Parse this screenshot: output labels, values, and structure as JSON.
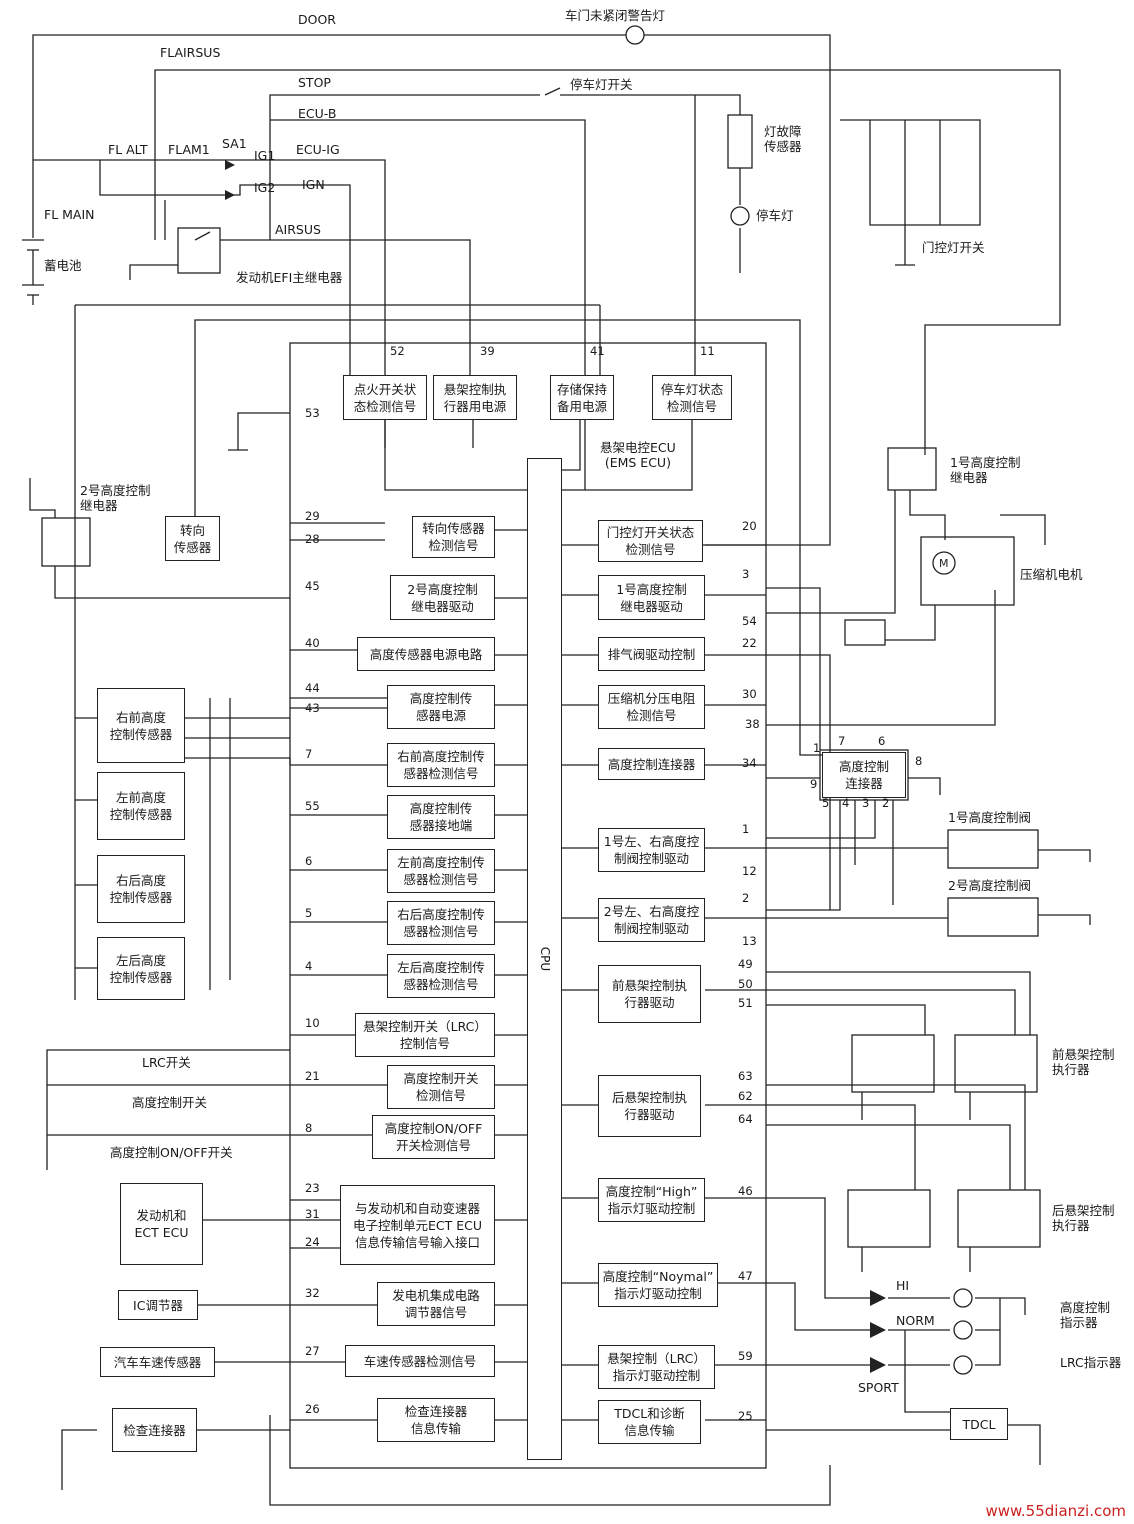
{
  "labels": {
    "door": "DOOR",
    "door_lamp": "车门未紧闭警告灯",
    "flairsus": "FLAIRSUS",
    "stop": "STOP",
    "stop_switch": "停车灯开关",
    "ecub": "ECU-B",
    "fl_alt": "FL ALT",
    "flam1": "FLAM1",
    "sa1": "SA1",
    "ig1": "IG1",
    "ecuig": "ECU-IG",
    "ig2": "IG2",
    "ign": "IGN",
    "fl_main": "FL MAIN",
    "airsus": "AIRSUS",
    "battery": "蓄电池",
    "efi_relay": "发动机EFI主继电器",
    "lamp_fault": "灯故障\n传感器",
    "stop_lamp": "停车灯",
    "door_switch": "门控灯开关",
    "ecu": "悬架电控ECU\n(EMS ECU)",
    "relay1": "1号高度控制\n继电器",
    "relay2": "2号高度控制\n继电器",
    "compressor": "压缩机电机",
    "valve1": "1号高度控制阀",
    "valve2": "2号高度控制阀",
    "front_act": "前悬架控制\n执行器",
    "rear_act": "后悬架控制\n执行器",
    "hi": "HI",
    "norm": "NORM",
    "sport": "SPORT",
    "height_ind": "高度控制\n指示器",
    "lrc_ind": "LRC指示器",
    "lrc_sw": "LRC开关",
    "height_sw": "高度控制开关",
    "onoff_sw": "高度控制ON/OFF开关",
    "watermark": "www.55dianzi.com"
  },
  "boxes": {
    "ig_detect": "点火开关状\n态检测信号",
    "act_power": "悬架控制执\n行器用电源",
    "mem_power": "存储保持\n备用电源",
    "stop_detect": "停车灯状态\n检测信号",
    "steer_sensor": "转向\n传感器",
    "steer_signal": "转向传感器\n检测信号",
    "relay2_drive": "2号高度控制\n继电器驱动",
    "hs_power_circuit": "高度传感器电源电路",
    "hs_power": "高度控制传\n感器电源",
    "rf_sig": "右前高度控制传\n感器检测信号",
    "hs_ground": "高度控制传\n感器接地端",
    "lf_sig": "左前高度控制传\n感器检测信号",
    "rr_sig": "右后高度控制传\n感器检测信号",
    "lr_sig": "左后高度控制传\n感器检测信号",
    "lrc_sig": "悬架控制开关（LRC）\n控制信号",
    "hsw_sig": "高度控制开关\n检测信号",
    "onoff_sig": "高度控制ON/OFF\n开关检测信号",
    "ect_if": "与发动机和自动变速器\n电子控制单元ECT ECU\n信息传输信号输入接口",
    "alt_sig": "发电机集成电路\n调节器信号",
    "speed_sig": "车速传感器检测信号",
    "check_comm": "检查连接器\n信息传输",
    "rf_sensor": "右前高度\n控制传感器",
    "lf_sensor": "左前高度\n控制传感器",
    "rr_sensor": "右后高度\n控制传感器",
    "lr_sensor": "左后高度\n控制传感器",
    "engine_ecu": "发动机和\nECT ECU",
    "ic_reg": "IC调节器",
    "speed_sensor": "汽车车速传感器",
    "check_conn": "检查连接器",
    "door_sw_sig": "门控灯开关状态\n检测信号",
    "relay1_drive": "1号高度控制\n继电器驱动",
    "exhaust": "排气阀驱动控制",
    "comp_res": "压缩机分压电阻\n检测信号",
    "hc_conn": "高度控制连接器",
    "valve1_drive": "1号左、右高度控\n制阀控制驱动",
    "valve2_drive": "2号左、右高度控\n制阀控制驱动",
    "front_drive": "前悬架控制执\n行器驱动",
    "rear_drive": "后悬架控制执\n行器驱动",
    "high_lamp": "高度控制“High”\n指示灯驱动控制",
    "normal_lamp": "高度控制“Noymal”\n指示灯驱动控制",
    "lrc_lamp": "悬架控制（LRC）\n指示灯驱动控制",
    "tdcl_comm": "TDCL和诊断\n信息传输",
    "hc_connector": "高度控制\n连接器",
    "tdcl": "TDCL",
    "cpu": "CPU"
  },
  "pins": {
    "p52": "52",
    "p39": "39",
    "p41": "41",
    "p11": "11",
    "p53": "53",
    "p29": "29",
    "p28": "28",
    "p45": "45",
    "p40": "40",
    "p44": "44",
    "p43": "43",
    "p7": "7",
    "p55": "55",
    "p6": "6",
    "p5": "5",
    "p4": "4",
    "p10": "10",
    "p21": "21",
    "p8": "8",
    "p23": "23",
    "p31": "31",
    "p24": "24",
    "p32": "32",
    "p27": "27",
    "p26": "26",
    "p20": "20",
    "p3": "3",
    "p54": "54",
    "p22": "22",
    "p30": "30",
    "p38": "38",
    "p34": "34",
    "p1": "1",
    "p12": "12",
    "p2": "2",
    "p13": "13",
    "p49": "49",
    "p50": "50",
    "p51": "51",
    "p63": "63",
    "p62": "62",
    "p64": "64",
    "p46": "46",
    "p47": "47",
    "p59": "59",
    "p25": "25",
    "c1": "1",
    "c7": "7",
    "c6": "6",
    "c8": "8",
    "c9": "9",
    "c5": "5",
    "c4": "4",
    "c3": "3",
    "c2": "2"
  }
}
